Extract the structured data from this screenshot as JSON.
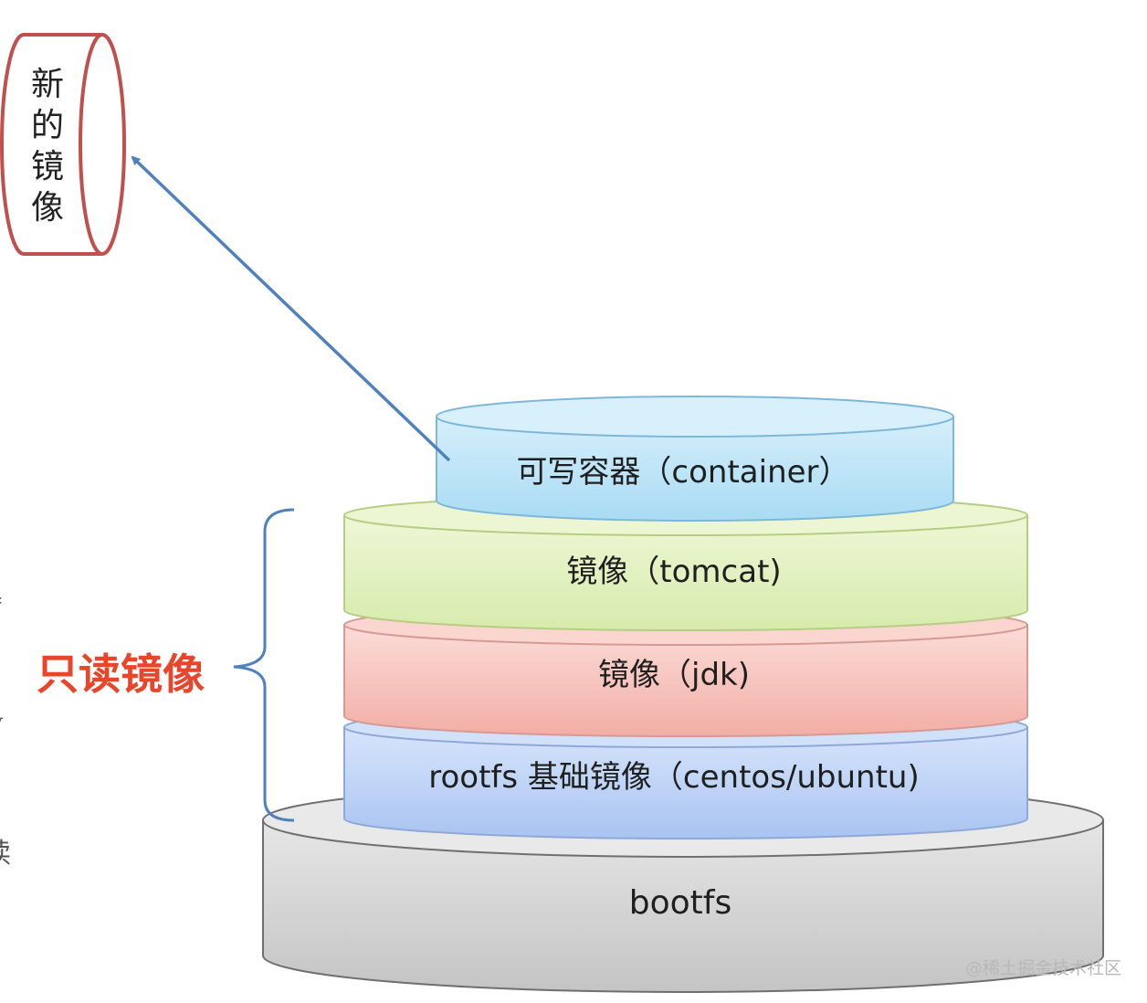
{
  "new_image": {
    "chars": [
      "新",
      "的",
      "镜",
      "像"
    ],
    "stroke_color": "#c0504d"
  },
  "layers": {
    "container": {
      "label": "可写容器（container）",
      "color": "#bfe4f7"
    },
    "tomcat": {
      "label": "镜像（tomcat)",
      "color": "#e2f0c2"
    },
    "jdk": {
      "label": "镜像（jdk)",
      "color": "#f8c8c2"
    },
    "rootfs": {
      "label": "rootfs 基础镜像（centos/ubuntu)",
      "color": "#c3d7f7"
    },
    "bootfs": {
      "label": "bootfs",
      "color": "#d6d6d6"
    }
  },
  "readonly_label": "只读镜像",
  "arrow_color": "#4f81bd",
  "left_fragments": [
    "】",
    "₹",
    "√",
    "读"
  ],
  "watermark": "@稀土掘金技术社区"
}
